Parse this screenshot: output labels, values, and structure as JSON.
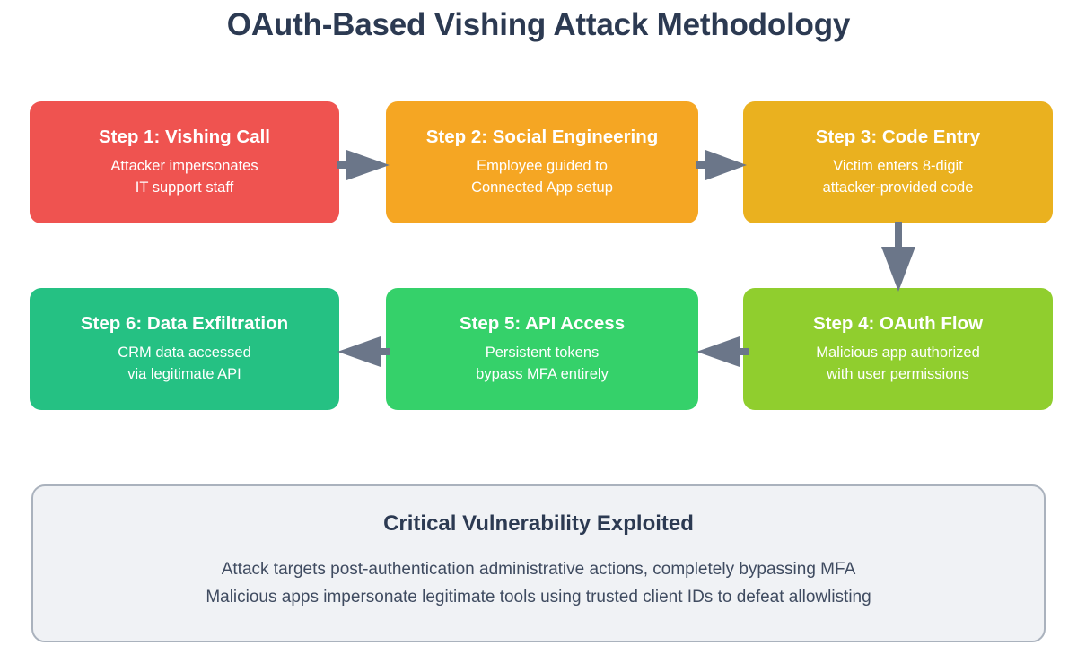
{
  "page": {
    "title": "OAuth-Based Vishing Attack Methodology",
    "background": "#ffffff"
  },
  "diagram": {
    "type": "flowchart",
    "arrow_color": "#6b7689",
    "steps": [
      {
        "id": "step-1",
        "title": "Step 1: Vishing Call",
        "description": "Attacker impersonates\nIT support staff",
        "color": "#ef5350",
        "row": 1,
        "column": 1
      },
      {
        "id": "step-2",
        "title": "Step 2: Social Engineering",
        "description": "Employee guided to\nConnected App setup",
        "color": "#f5a623",
        "row": 1,
        "column": 2
      },
      {
        "id": "step-3",
        "title": "Step 3: Code Entry",
        "description": "Victim enters 8-digit\nattacker-provided code",
        "color": "#eab11f",
        "row": 1,
        "column": 3
      },
      {
        "id": "step-4",
        "title": "Step 4: OAuth Flow",
        "description": "Malicious app authorized\nwith user permissions",
        "color": "#90ce2e",
        "row": 2,
        "column": 3
      },
      {
        "id": "step-5",
        "title": "Step 5: API Access",
        "description": "Persistent tokens\nbypass MFA entirely",
        "color": "#35d16a",
        "row": 2,
        "column": 2
      },
      {
        "id": "step-6",
        "title": "Step 6: Data Exfiltration",
        "description": "CRM data accessed\nvia legitimate API",
        "color": "#25c183",
        "row": 2,
        "column": 1
      }
    ],
    "connectors": [
      {
        "id": "arrow-1-2",
        "from": "step-1",
        "to": "step-2",
        "direction": "right"
      },
      {
        "id": "arrow-2-3",
        "from": "step-2",
        "to": "step-3",
        "direction": "right"
      },
      {
        "id": "arrow-3-4",
        "from": "step-3",
        "to": "step-4",
        "direction": "down"
      },
      {
        "id": "arrow-4-5",
        "from": "step-4",
        "to": "step-5",
        "direction": "left"
      },
      {
        "id": "arrow-5-6",
        "from": "step-5",
        "to": "step-6",
        "direction": "left"
      }
    ]
  },
  "callout": {
    "title": "Critical Vulnerability Exploited",
    "lines": [
      "Attack targets post-authentication administrative actions, completely bypassing MFA",
      "Malicious apps impersonate legitimate tools using trusted client IDs to defeat allowlisting"
    ],
    "background": "#f0f2f5",
    "border_color": "#aab2bd",
    "text_color": "#2c3a52"
  }
}
